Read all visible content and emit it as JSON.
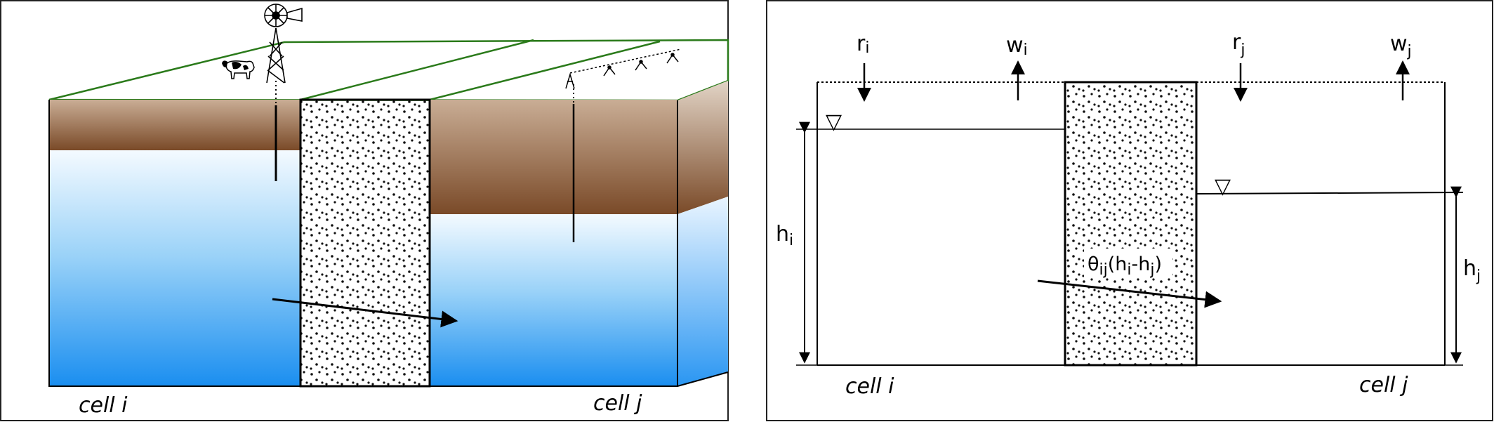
{
  "left_panel": {
    "cell_i_label": "cell i",
    "cell_j_label": "cell j"
  },
  "right_panel": {
    "cell_i_label": "cell i",
    "cell_j_label": "cell j",
    "recharge_i": {
      "base": "r",
      "sub": "i"
    },
    "withdrawal_i": {
      "base": "w",
      "sub": "i"
    },
    "recharge_j": {
      "base": "r",
      "sub": "j"
    },
    "withdrawal_j": {
      "base": "w",
      "sub": "j"
    },
    "head_i": {
      "base": "h",
      "sub": "i"
    },
    "head_j": {
      "base": "h",
      "sub": "j"
    },
    "flow_label": {
      "theta": "θ",
      "theta_sub": "ij",
      "h1": "(h",
      "h1_sub": "i",
      "minus": "-h",
      "h2_sub": "j",
      "close": ")"
    },
    "water_table_symbol": "▽"
  },
  "colors": {
    "soil_top": "#e8d8c8",
    "soil_bottom": "#7a4a2a",
    "water_top": "#ffffff",
    "water_bottom": "#1a8ef0",
    "land_edge": "#2a7a1a"
  }
}
